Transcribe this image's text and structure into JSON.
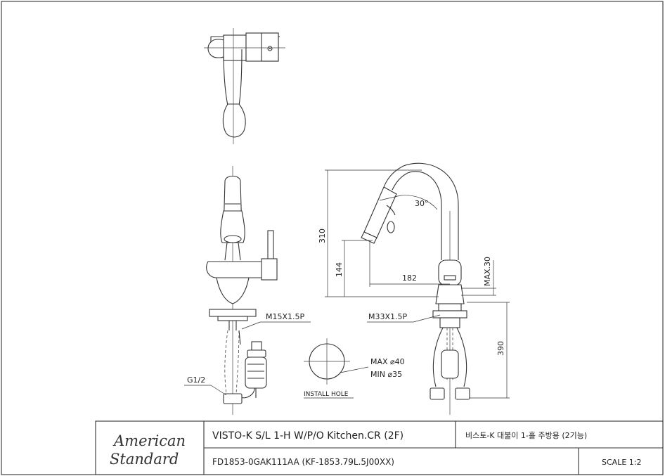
{
  "dimensions": {
    "height_310": "310",
    "height_144": "144",
    "reach_182": "182",
    "max_30": "MAX.30",
    "height_390": "390",
    "angle_30": "30°"
  },
  "labels": {
    "thread_m15": "M15X1.5P",
    "thread_m33": "M33X1.5P",
    "g12": "G1/2",
    "install_hole": "INSTALL HOLE",
    "max_dia": "MAX ⌀40",
    "min_dia": "MIN ⌀35"
  },
  "title_block": {
    "brand_line1": "American",
    "brand_line2": "Standard",
    "product_name": "VISTO-K S/L 1-H W/P/O Kitchen.CR (2F)",
    "product_name_kr": "비스토-K 대불이 1-홀 주방용 (2기능)",
    "model_code": "FD1853-0GAK111AA (KF-1853.79L.5J00XX)",
    "scale": "SCALE 1:2"
  }
}
